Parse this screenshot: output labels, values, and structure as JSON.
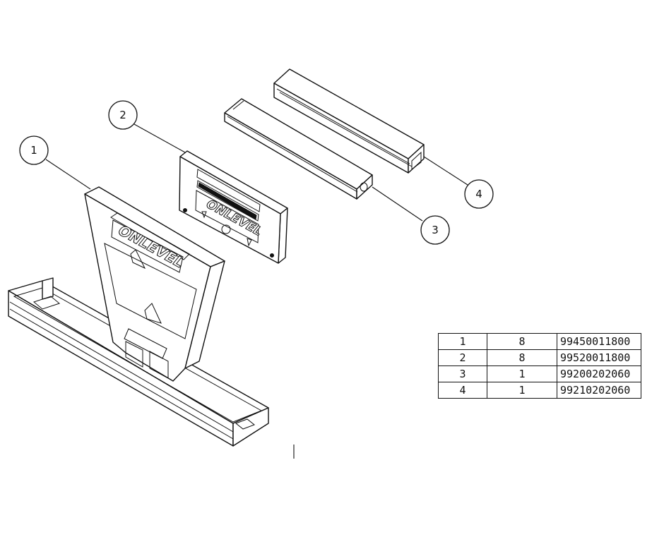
{
  "callouts": [
    "1",
    "2",
    "3",
    "4"
  ],
  "logo_text": "ONLEVEL",
  "bom": {
    "rows": [
      {
        "item": "1",
        "qty": "8",
        "code": "99450011800"
      },
      {
        "item": "2",
        "qty": "8",
        "code": "99520011800"
      },
      {
        "item": "3",
        "qty": "1",
        "code": "99200202060"
      },
      {
        "item": "4",
        "qty": "1",
        "code": "99210202060"
      }
    ]
  }
}
